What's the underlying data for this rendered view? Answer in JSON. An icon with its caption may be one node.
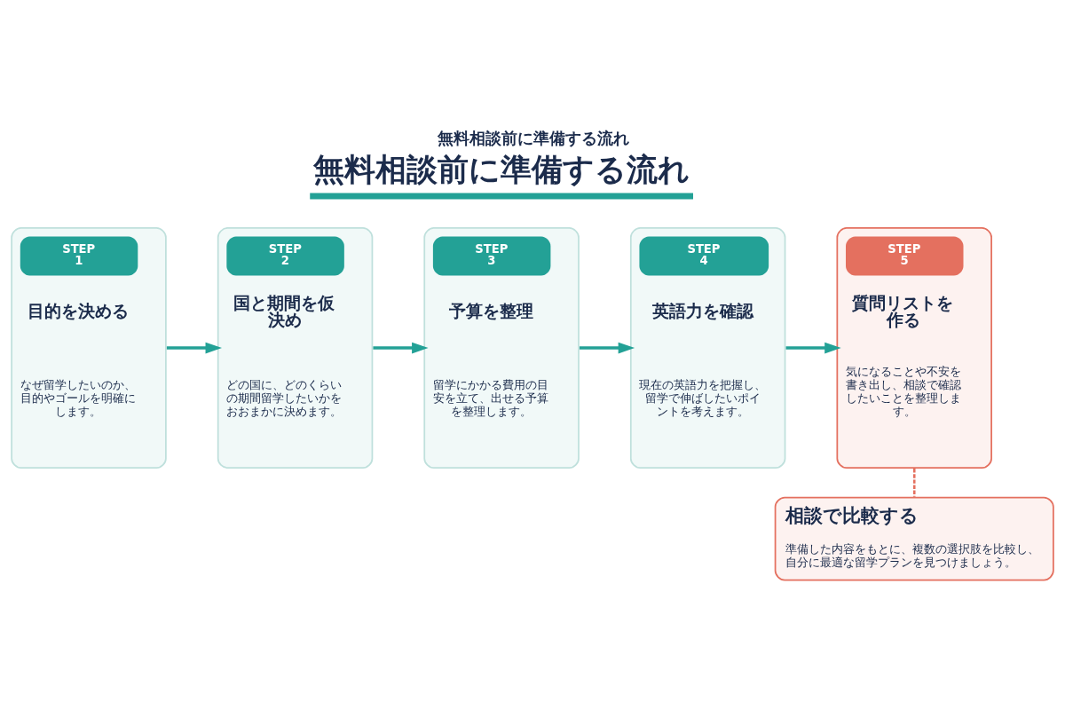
{
  "diagram": {
    "title": "無料相談前に準備する流れ",
    "nodes": [
      {
        "text": [
          "STEP 1",
          "目的を決める",
          "なぜ留学したいのか、目的やゴールを明確にします。"
        ]
      },
      {
        "text": [
          "STEP 2",
          "国と期間を仮決め",
          "どの国に、どのくらいの期間留学したいかをおおまかに決めます。"
        ]
      },
      {
        "text": [
          "STEP 3",
          "予算を整理",
          "留学にかかる費用の目安を立て、出せる予算を整理します。"
        ]
      },
      {
        "text": [
          "STEP 4",
          "英語力を確認",
          "現在の英語力を把握し、留学で伸ばしたいポイントを考えます。"
        ]
      },
      {
        "text": [
          "STEP 5",
          "質問リストを作る",
          "気になることや不安を書き出し、相談で確認したいことを整理します。"
        ]
      },
      {
        "text": [
          "相談で比較する",
          "準備した内容をもとに、複数の選択肢を比較し、自分に最適な留学プランを見つけましょう。"
        ]
      }
    ],
    "edges": [
      {
        "from": 0,
        "to": 1,
        "arrow": "to"
      },
      {
        "from": 1,
        "to": 2,
        "arrow": "to"
      },
      {
        "from": 2,
        "to": 3,
        "arrow": "to"
      },
      {
        "from": 3,
        "to": 4,
        "arrow": "to"
      },
      {
        "from": 4,
        "to": 5,
        "arrow": "none",
        "style": "dashed",
        "color": "#e4705f"
      }
    ],
    "labels": [
      "無料相談前に準備する流れ"
    ]
  }
}
